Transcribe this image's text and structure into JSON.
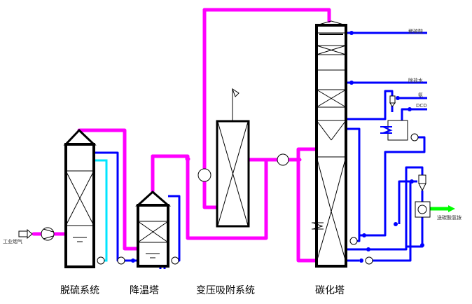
{
  "diagram": {
    "type": "process-flow",
    "colors": {
      "gas_pipe": "#ff00ff",
      "liquid_pipe": "#0000ff",
      "circulation_pipe": "#00e5ff",
      "product_pipe": "#00ff00",
      "equipment_outline": "#000000"
    },
    "sections": [
      {
        "id": "desulfurization",
        "label": "脱硫系统"
      },
      {
        "id": "cooling-tower",
        "label": "降温塔"
      },
      {
        "id": "psa",
        "label": "变压吸附系统"
      },
      {
        "id": "carbonation-tower",
        "label": "碳化塔"
      }
    ],
    "streams": {
      "flue_gas_in": "工业烟气",
      "dilute_sulfuric_acid": "稀硫酸",
      "desalted_water": "除盐水",
      "ammonia": "氨",
      "dcd": "DCD",
      "product_out": "送碳酸氢铵"
    }
  }
}
